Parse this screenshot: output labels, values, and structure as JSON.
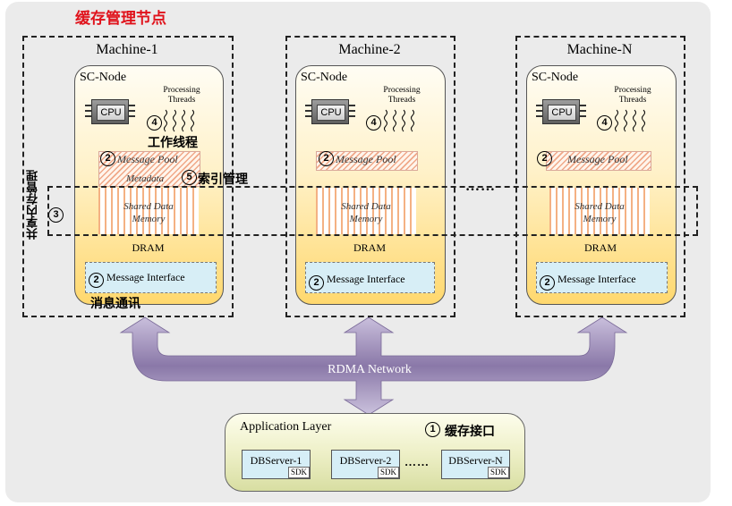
{
  "title": "缓存管理节点",
  "machines": [
    {
      "name": "Machine-1"
    },
    {
      "name": "Machine-2"
    },
    {
      "name": "Machine-N"
    }
  ],
  "node": {
    "label": "SC-Node",
    "cpu": "CPU",
    "threads_line1": "Processing",
    "threads_line2": "Threads",
    "message_pool": "Message Pool",
    "metadata": "Metadata",
    "shared_line1": "Shared Data",
    "shared_line2": "Memory",
    "dram": "DRAM",
    "message_interface": "Message Interface"
  },
  "annotations": {
    "worker_threads": "工作线程",
    "index_mgmt": "索引管理",
    "shared_mem_mgmt": "共享内存管理",
    "msg_comm": "消息通讯",
    "cache_interface": "缓存接口"
  },
  "markers": {
    "one": "1",
    "two": "2",
    "three": "3",
    "four": "4",
    "five": "5"
  },
  "network": "RDMA Network",
  "ellipsis_between": "……",
  "app": {
    "title": "Application Layer",
    "servers": [
      "DBServer-1",
      "DBServer-2",
      "DBServer-N"
    ],
    "sdk": "SDK",
    "dots": "……"
  },
  "colors": {
    "title_red": "#e0121b",
    "arrow_purple": "#8a78a8",
    "node_fill": "#ffd86e",
    "interface_fill": "#d7eef6",
    "app_fill": "#eef0c8"
  }
}
